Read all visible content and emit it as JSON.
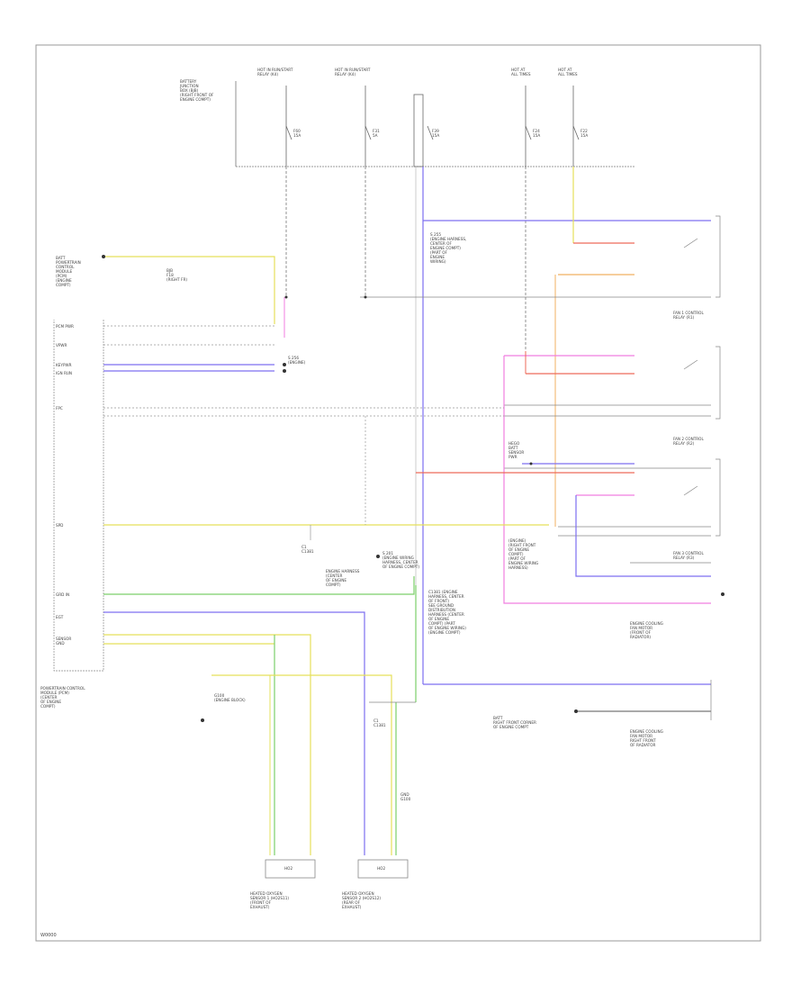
{
  "diagram": {
    "footer_code": "W0000",
    "top_labels": {
      "battery_junction": "BATTERY\nJUNCTION\nBOX (BJB)\n(RIGHT FRONT OF\nENGINE COMPT)",
      "hot_run_start_1": "HOT IN RUN/START\nRELAY (K4)",
      "hot_run_start_2": "HOT IN RUN/START\nRELAY (K4)",
      "hot_all_1": "HOT AT\nALL TIMES",
      "hot_all_2": "HOT AT\nALL TIMES",
      "fuse_1": "F60\n15A",
      "fuse_2": "F31\n5A",
      "fuse_3": "F39\n15A",
      "fuse_4": "F24\n15A",
      "fuse_5": "F22\n15A"
    },
    "left_block": {
      "title": "BATT\nPOWERTRAIN\nCONTROL\nMODULE\n(PCM)\n(ENGINE\nCOMPT)",
      "fuse_box": "BJB\nF18\n(RIGHT FR)",
      "pins": [
        "PCM PWR",
        "VPWR",
        "KEYPWR",
        "IGN RUN",
        "FPC",
        "SPD",
        "GRD IN",
        "EGT",
        "SENSOR\nGND"
      ],
      "pcm_label": "POWERTRAIN CONTROL\nMODULE (PCM)\n(CENTER\nOF ENGINE\nCOMPT)"
    },
    "center_labels": {
      "splice_main": "S 255\n(ENGINE HARNESS,\nCENTER OF\nENGINE COMPT)\n(PART OF\nENGINE\nWIRING)",
      "splice_grd": "S 256\n(ENGINE)",
      "splice_egt": "S 201\n(ENGINE WIRING\nHARNESS, CENTER\nOF ENGINE COMPT)",
      "connector_c1": "C1\nC1381",
      "connector_c2": "C1\nC1381",
      "power_module": "ENGINE HARNESS\n(CENTER\nOF ENGINE\nCOMPT)",
      "sensor_pwr": "HEGO\nBATT\nSENSOR\nPWR",
      "gnd_center": "GND\nG100",
      "big_note": "C1381 (ENGINE\nHARNESS, CENTER\nOF FRONT)\nSEE GROUND\nDISTRIBUTION\nHARNESS (CENTER\nOF ENGINE\nCOMPT) (PART\nOF ENGINE WIRING)\n(ENGINE COMPT)",
      "right_note": "(ENGINE)\n(RIGHT FRONT\nOF ENGINE\nCOMPT)\n(PART OF\nENGINE WIRING\nHARNESS)"
    },
    "bottom_labels": {
      "heater_left": "HEATED OXYGEN\nSENSOR 1 (HO2S11)\n(FRONT OF\nEXHAUST)",
      "heater_right": "HEATED OXYGEN\nSENSOR 2 (HO2S12)\n(REAR OF\nEXHAUST)",
      "box_1": "HO2",
      "box_2": "HO2",
      "note_gnd": "G100\n(ENGINE BLOCK)"
    },
    "right_labels": {
      "relay_1": "FAN 1 CONTROL\nRELAY (R1)",
      "relay_2": "FAN 2 CONTROL\nRELAY (R2)",
      "relay_3": "FAN 3 CONTROL\nRELAY (R3)",
      "mod_1": "ENGINE COOLING\nFAN MOTOR\n(FRONT OF\nRADIATOR)",
      "mod_2": "ENGINE COOLING\nFAN MOTOR\nRIGHT FRONT\nOF RADIATOR",
      "bottom_note": "BATT\nRIGHT FRONT CORNER\nOF ENGINE COMPT"
    },
    "colors": {
      "yellow": "#e5e05a",
      "pink": "#f07ee0",
      "blue": "#7d6ff0",
      "green": "#7ccf6a",
      "red": "#ee6a5a",
      "orange": "#f0b060",
      "gray": "#8a8a8a"
    }
  }
}
